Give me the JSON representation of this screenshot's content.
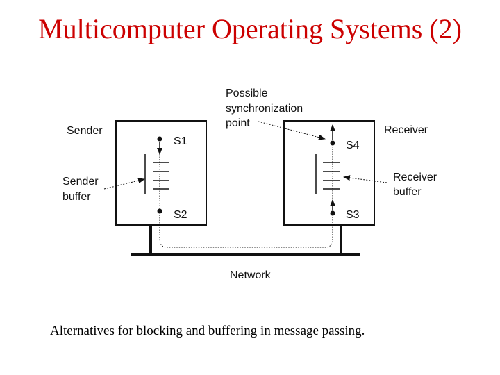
{
  "title": "Multicomputer Operating Systems (2)",
  "diagram": {
    "labels": {
      "sender": "Sender",
      "sender_buffer_1": "Sender",
      "sender_buffer_2": "buffer",
      "s1": "S1",
      "s2": "S2",
      "sync_1": "Possible",
      "sync_2": "synchronization",
      "sync_3": "point",
      "receiver": "Receiver",
      "receiver_buffer_1": "Receiver",
      "receiver_buffer_2": "buffer",
      "s3": "S3",
      "s4": "S4",
      "network": "Network"
    }
  },
  "caption": "Alternatives for blocking and buffering in message passing."
}
